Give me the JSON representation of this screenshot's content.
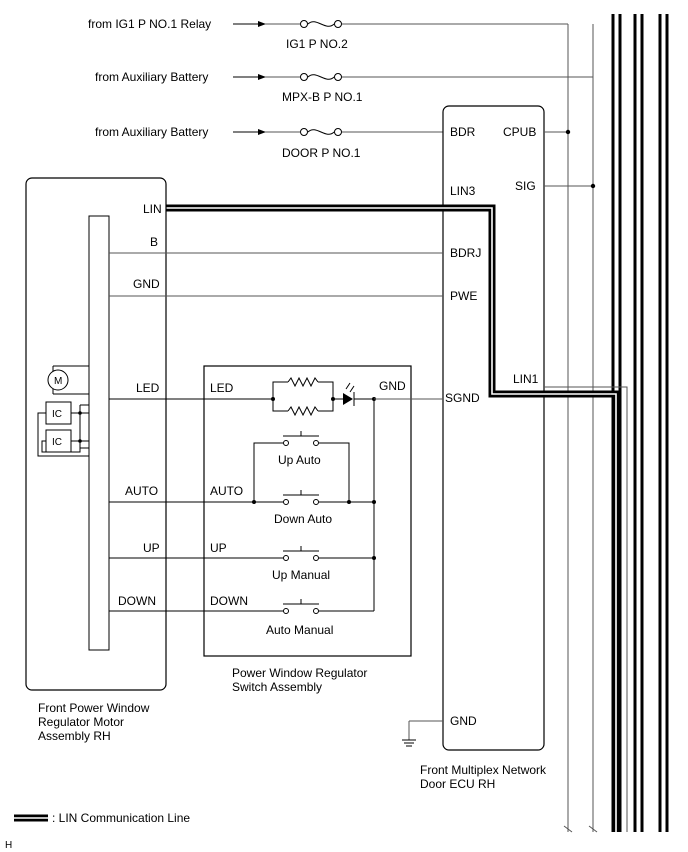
{
  "sources": {
    "ig1_relay": "from IG1 P NO.1 Relay",
    "aux_battery_1": "from Auxiliary Battery",
    "aux_battery_2": "from Auxiliary Battery"
  },
  "fuses": {
    "ig1": "IG1 P NO.2",
    "mpxb": "MPX-B P NO.1",
    "door": "DOOR P NO.1"
  },
  "ecu": {
    "name_line1": "Front Multiplex Network",
    "name_line2": "Door ECU RH",
    "pins": {
      "bdr": "BDR",
      "cpub": "CPUB",
      "lin3": "LIN3",
      "sig": "SIG",
      "bdrj": "BDRJ",
      "pwe": "PWE",
      "lin1": "LIN1",
      "sgnd": "SGND",
      "gnd": "GND"
    }
  },
  "motor_assembly": {
    "name_line1": "Front Power Window",
    "name_line2": "Regulator Motor",
    "name_line3": "Assembly RH",
    "pins": {
      "lin": "LIN",
      "b": "B",
      "gnd": "GND",
      "led": "LED",
      "auto": "AUTO",
      "up": "UP",
      "down": "DOWN"
    },
    "motor": "M",
    "ic1": "IC",
    "ic2": "IC"
  },
  "switch_assembly": {
    "name_line1": "Power Window Regulator",
    "name_line2": "Switch Assembly",
    "pins": {
      "led": "LED",
      "gnd": "GND",
      "auto": "AUTO",
      "up": "UP",
      "down": "DOWN"
    },
    "switches": {
      "up_auto": "Up Auto",
      "down_auto": "Down Auto",
      "up_manual": "Up Manual",
      "auto_manual": "Auto Manual"
    }
  },
  "legend": {
    "lin_line": ": LIN Communication Line"
  },
  "corner_mark": "H"
}
